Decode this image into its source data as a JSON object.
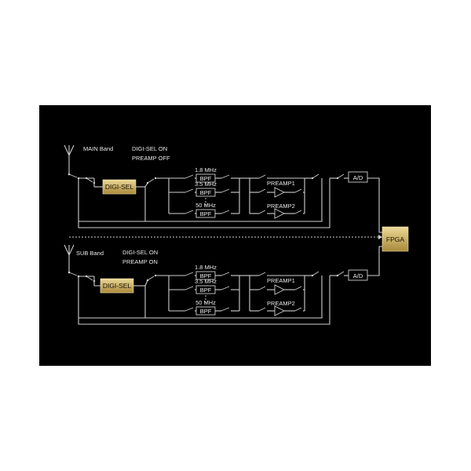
{
  "colors": {
    "background": "#000000",
    "wire": "#cfcfcf",
    "gold_light": "#e3cc7e",
    "gold_dark": "#a8893a"
  },
  "main": {
    "band_label": "MAIN Band",
    "mode_line1": "DIGI-SEL ON",
    "mode_line2": "PREAMP OFF",
    "digisel": "DIGI-SEL",
    "bpf": [
      {
        "freq": "1.8 MHz",
        "label": "BPF"
      },
      {
        "freq": "3.5 MHz",
        "label": "BPF"
      },
      {
        "freq": "50 MHz",
        "label": "BPF"
      }
    ],
    "preamp1": "PREAMP1",
    "preamp2": "PREAMP2",
    "ad": "A/D"
  },
  "sub": {
    "band_label": "SUB Band",
    "mode_line1": "DIGI-SEL ON",
    "mode_line2": "PREAMP ON",
    "digisel": "DIGI-SEL",
    "bpf": [
      {
        "freq": "1.8 MHz",
        "label": "BPF"
      },
      {
        "freq": "3.5 MHz",
        "label": "BPF"
      },
      {
        "freq": "50 MHz",
        "label": "BPF"
      }
    ],
    "preamp1": "PREAMP1",
    "preamp2": "PREAMP2",
    "ad": "A/D"
  },
  "fpga": "FPGA",
  "icons": {
    "antenna": "antenna-icon",
    "switch": "switch-icon",
    "amplifier": "amplifier-icon"
  }
}
